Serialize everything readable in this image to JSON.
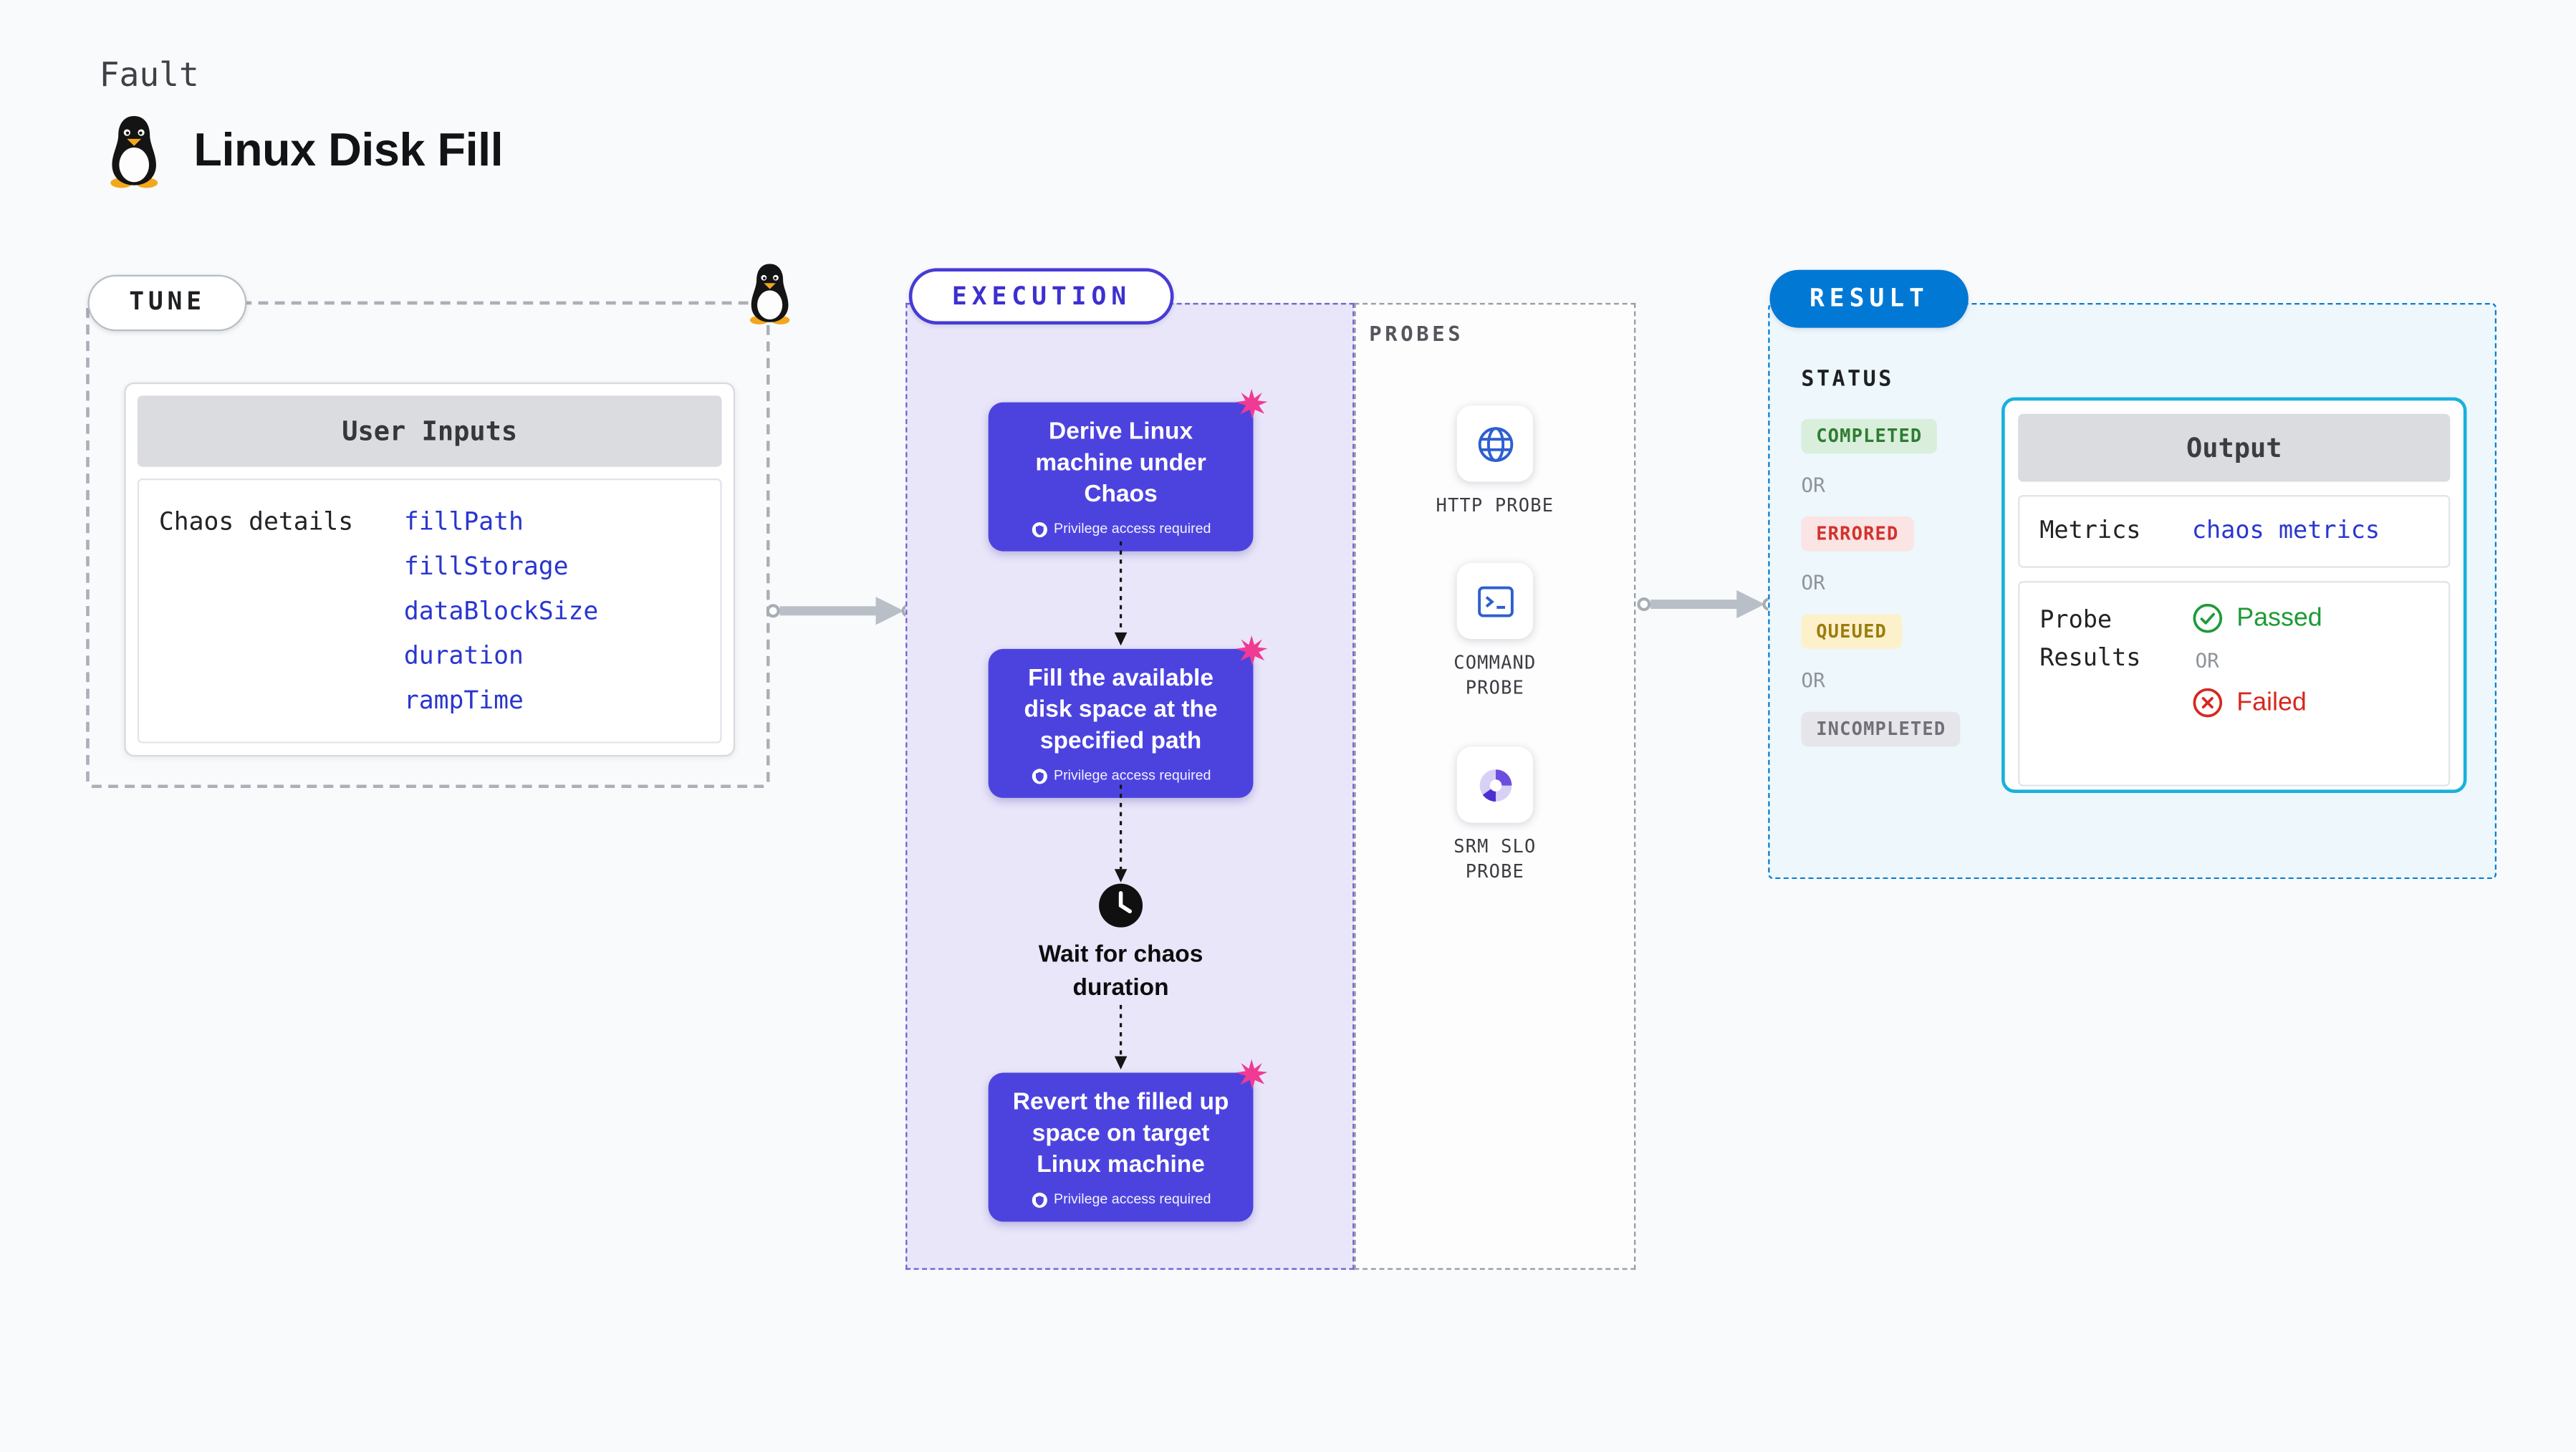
{
  "page": {
    "kind_label": "Fault",
    "title": "Linux Disk Fill"
  },
  "tune": {
    "badge": "TUNE",
    "card_title": "User Inputs",
    "row_label": "Chaos details",
    "inputs": [
      "fillPath",
      "fillStorage",
      "dataBlockSize",
      "duration",
      "rampTime"
    ]
  },
  "execution": {
    "badge": "EXECUTION",
    "steps": [
      {
        "label": "Derive Linux machine under Chaos",
        "note": "Privilege access required"
      },
      {
        "label": "Fill the available disk space at the specified path",
        "note": "Privilege access required"
      },
      {
        "label": "Wait for chaos duration"
      },
      {
        "label": "Revert the filled up space on target Linux machine",
        "note": "Privilege access required"
      }
    ]
  },
  "probes": {
    "heading": "PROBES",
    "items": [
      {
        "label": "HTTP PROBE",
        "icon": "globe-icon"
      },
      {
        "label": "COMMAND PROBE",
        "icon": "terminal-icon"
      },
      {
        "label": "SRM SLO PROBE",
        "icon": "slo-pie-icon"
      }
    ]
  },
  "result": {
    "badge": "RESULT",
    "status_heading": "STATUS",
    "or_label": "OR",
    "statuses": [
      {
        "label": "COMPLETED",
        "color": "#2e7d32"
      },
      {
        "label": "ERRORED",
        "color": "#d2322d"
      },
      {
        "label": "QUEUED",
        "color": "#9c7c0c"
      },
      {
        "label": "INCOMPLETED",
        "color": "#707079"
      }
    ],
    "output": {
      "title": "Output",
      "metrics_label": "Metrics",
      "metrics_value": "chaos metrics",
      "probe_results_label": "Probe Results",
      "passed_label": "Passed",
      "failed_label": "Failed"
    }
  },
  "icons": [
    "linux-tux-icon",
    "chaos-splash-icon",
    "privilege-shield-icon",
    "clock-icon",
    "globe-icon",
    "terminal-icon",
    "slo-pie-icon",
    "check-circle-icon",
    "x-circle-icon",
    "arrow-right-icon",
    "dotted-arrow-icon"
  ],
  "colors": {
    "page_bg": "#f9fafc",
    "accent_indigo": "#4c43df",
    "execution_bg": "#e9e6fa",
    "result_blue": "#0278d5",
    "result_bg": "#edf7fc",
    "output_border": "#1ab0dc",
    "link_blue": "#2936cf",
    "splash_pink": "#f03a93",
    "arrow_gray": "#b9bfc7",
    "status_green_bg": "#d9efdb",
    "status_red_bg": "#fbe4e4",
    "status_yellow_bg": "#fdf1cc",
    "status_gray_bg": "#e6e6ea"
  }
}
